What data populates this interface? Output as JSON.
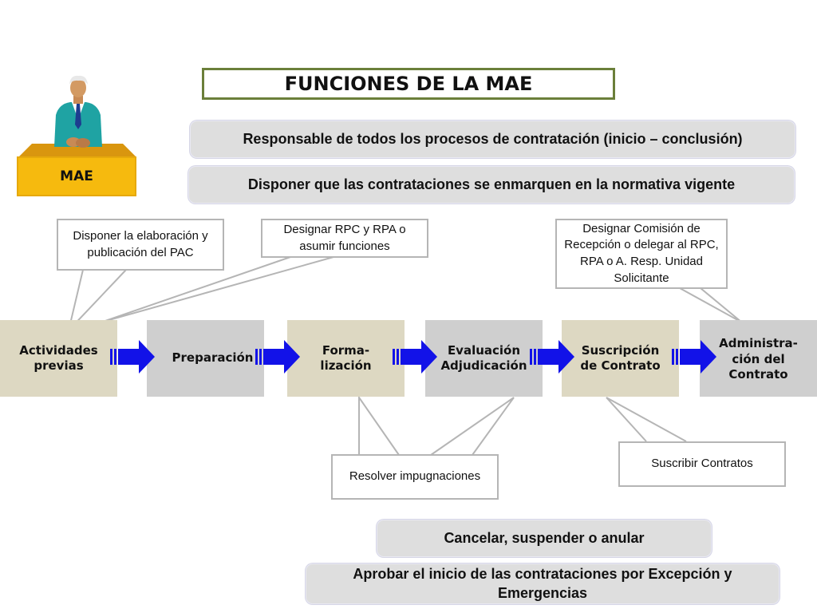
{
  "title": "FUNCIONES DE LA MAE",
  "mae_label": "MAE",
  "statements": {
    "responsable": "Responsable  de  todos los procesos de contratación (inicio – conclusión)",
    "disponer": "Disponer que las contrataciones se enmarquen en la normativa vigente",
    "cancelar": "Cancelar, suspender o anular",
    "aprobar": "Aprobar el inicio de las contrataciones por Excepción y Emergencias"
  },
  "callouts": {
    "pac": "Disponer la elaboración y publicación del PAC",
    "rpc": "Designar RPC y RPA o asumir funciones",
    "comision": "Designar Comisión de Recepción o delegar al RPC, RPA o  A. Resp. Unidad Solicitante",
    "impugnaciones": "Resolver impugnaciones",
    "suscribir": "Suscribir Contratos"
  },
  "process": [
    {
      "label": "Actividades previas"
    },
    {
      "label": "Preparación"
    },
    {
      "label": "Forma-\nlización"
    },
    {
      "label": "Evaluación\nAdjudicación"
    },
    {
      "label": "Suscripción\nde Contrato"
    },
    {
      "label": "Administra-\nción del\nContrato"
    }
  ],
  "colors": {
    "arrow": "#1212e8",
    "process_beige": "#ddd8c2",
    "process_gray": "#cfcfcf",
    "mae": "#f6ba0e",
    "title_border": "#6b7f3a"
  },
  "icons": [
    "person-figure-icon",
    "arrow-right-icon"
  ]
}
